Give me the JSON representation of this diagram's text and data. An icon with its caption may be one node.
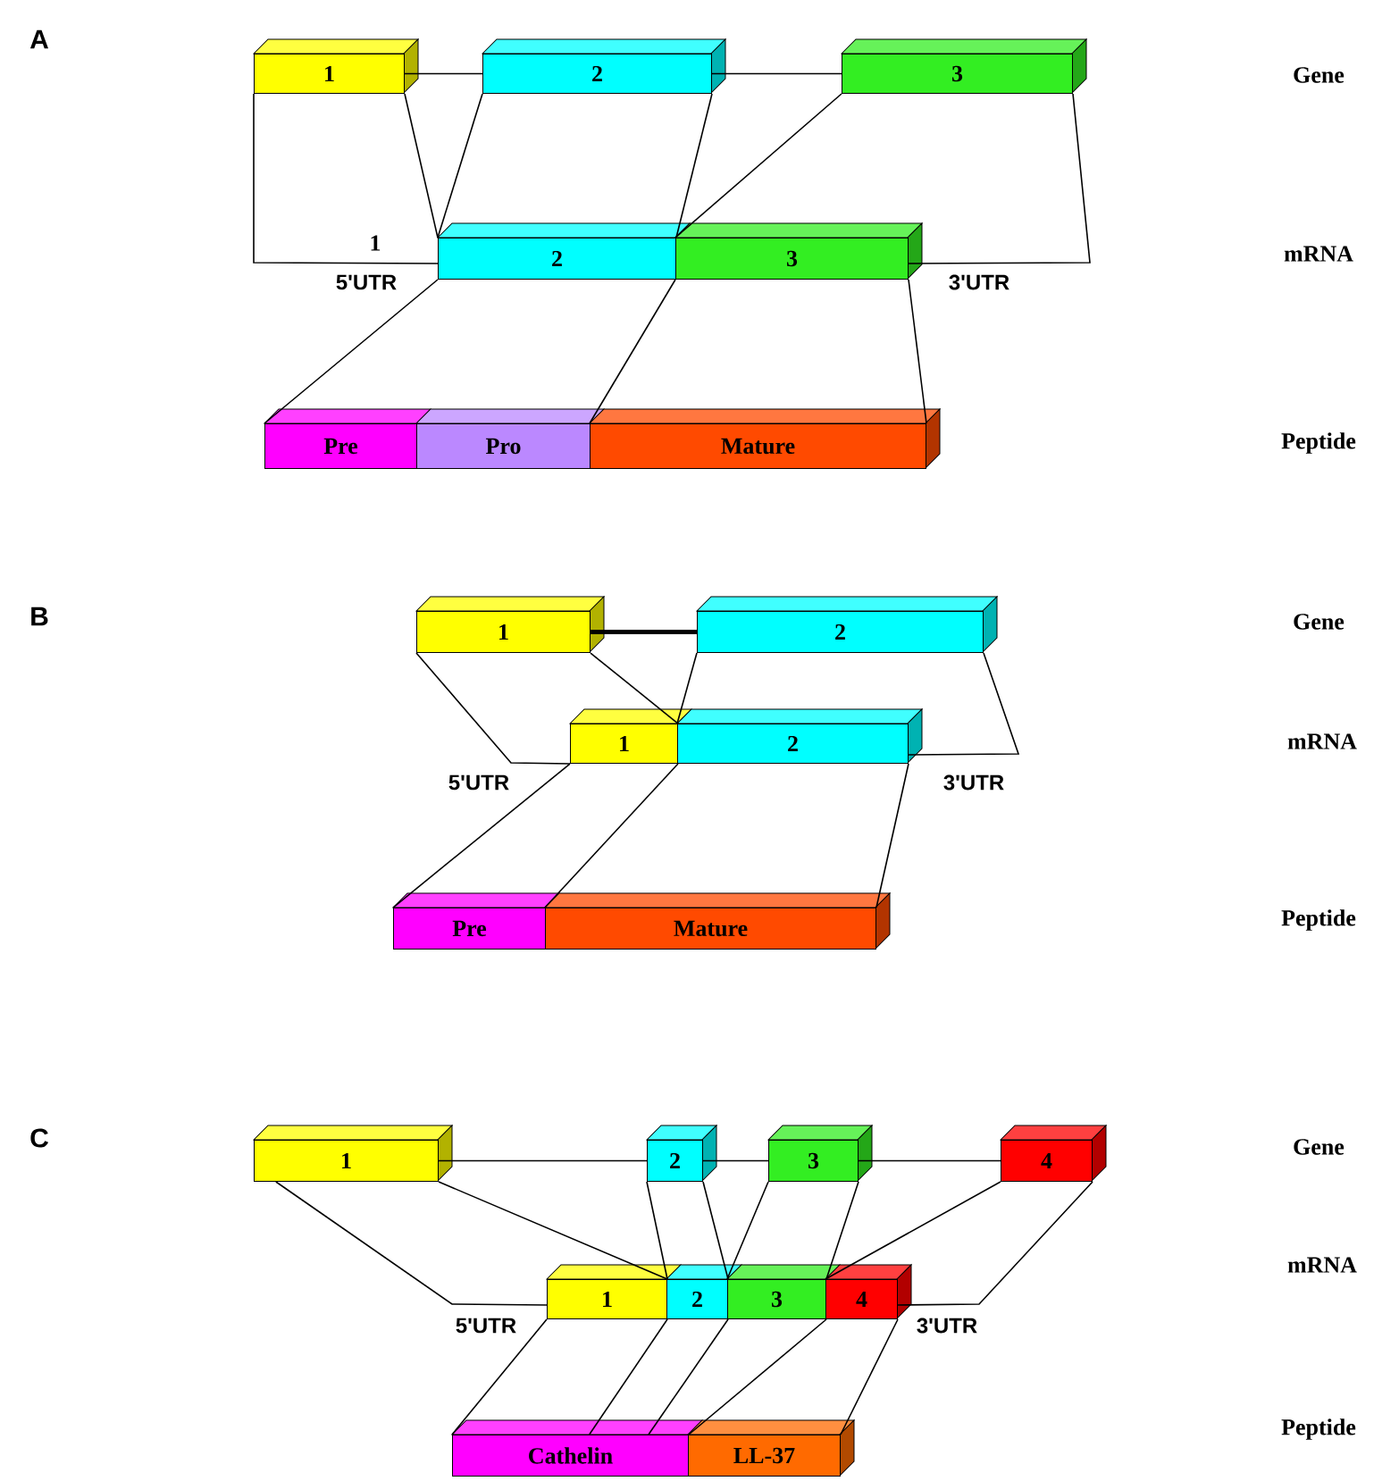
{
  "diagram": {
    "nodes": [
      {
        "text": [
          "1"
        ]
      },
      {
        "text": [
          "2"
        ]
      },
      {
        "text": [
          "3"
        ]
      },
      {
        "text": [
          "2"
        ]
      },
      {
        "text": [
          "3"
        ]
      },
      {
        "text": [
          "Pre"
        ]
      },
      {
        "text": [
          "Pro"
        ]
      },
      {
        "text": [
          "Mature"
        ]
      },
      {
        "text": [
          "1"
        ]
      },
      {
        "text": [
          "2"
        ]
      },
      {
        "text": [
          "1"
        ]
      },
      {
        "text": [
          "2"
        ]
      },
      {
        "text": [
          "Pre"
        ]
      },
      {
        "text": [
          "Mature"
        ]
      },
      {
        "text": [
          "1"
        ]
      },
      {
        "text": [
          "2"
        ]
      },
      {
        "text": [
          "3"
        ]
      },
      {
        "text": [
          "4"
        ]
      },
      {
        "text": [
          "1"
        ]
      },
      {
        "text": [
          "2"
        ]
      },
      {
        "text": [
          "3"
        ]
      },
      {
        "text": [
          "4"
        ]
      },
      {
        "text": [
          "Cathelin"
        ]
      },
      {
        "text": [
          "LL-37"
        ]
      }
    ],
    "edges": [
      {
        "from": 0,
        "to": 1,
        "arrow": "none"
      },
      {
        "from": 1,
        "to": 2,
        "arrow": "none"
      },
      {
        "from": 0,
        "to": 3,
        "arrow": "none"
      },
      {
        "from": 0,
        "to": 3,
        "arrow": "none"
      },
      {
        "from": 1,
        "to": 3,
        "arrow": "none"
      },
      {
        "from": 1,
        "to": 3,
        "arrow": "none"
      },
      {
        "from": 2,
        "to": 4,
        "arrow": "none"
      },
      {
        "from": 2,
        "to": 4,
        "arrow": "none"
      },
      {
        "from": 3,
        "to": 5,
        "arrow": "none"
      },
      {
        "from": 4,
        "to": 7,
        "arrow": "none"
      },
      {
        "from": 4,
        "to": 7,
        "arrow": "none"
      },
      {
        "from": 8,
        "to": 9,
        "arrow": "none",
        "style": "thick"
      },
      {
        "from": 8,
        "to": 10,
        "arrow": "none"
      },
      {
        "from": 8,
        "to": 10,
        "arrow": "none"
      },
      {
        "from": 9,
        "to": 11,
        "arrow": "none"
      },
      {
        "from": 9,
        "to": 11,
        "arrow": "none"
      },
      {
        "from": 10,
        "to": 12,
        "arrow": "none"
      },
      {
        "from": 10,
        "to": 13,
        "arrow": "none"
      },
      {
        "from": 11,
        "to": 13,
        "arrow": "none"
      },
      {
        "from": 14,
        "to": 15,
        "arrow": "none"
      },
      {
        "from": 15,
        "to": 16,
        "arrow": "none"
      },
      {
        "from": 16,
        "to": 17,
        "arrow": "none"
      },
      {
        "from": 14,
        "to": 18,
        "arrow": "none"
      },
      {
        "from": 14,
        "to": 18,
        "arrow": "none"
      },
      {
        "from": 15,
        "to": 18,
        "arrow": "none"
      },
      {
        "from": 15,
        "to": 19,
        "arrow": "none"
      },
      {
        "from": 16,
        "to": 20,
        "arrow": "none"
      },
      {
        "from": 16,
        "to": 20,
        "arrow": "none"
      },
      {
        "from": 17,
        "to": 21,
        "arrow": "none"
      },
      {
        "from": 17,
        "to": 21,
        "arrow": "none"
      },
      {
        "from": 18,
        "to": 22,
        "arrow": "none"
      },
      {
        "from": 18,
        "to": 22,
        "arrow": "none"
      },
      {
        "from": 19,
        "to": 22,
        "arrow": "none"
      },
      {
        "from": 20,
        "to": 22,
        "arrow": "none"
      },
      {
        "from": 21,
        "to": 23,
        "arrow": "none"
      }
    ],
    "labels": [
      "A",
      "Gene",
      "1",
      "mRNA",
      "5'UTR",
      "3'UTR",
      "Peptide",
      "B",
      "Gene",
      "mRNA",
      "5'UTR",
      "3'UTR",
      "Peptide",
      "C",
      "Gene",
      "mRNA",
      "5'UTR",
      "3'UTR",
      "Peptide"
    ]
  }
}
